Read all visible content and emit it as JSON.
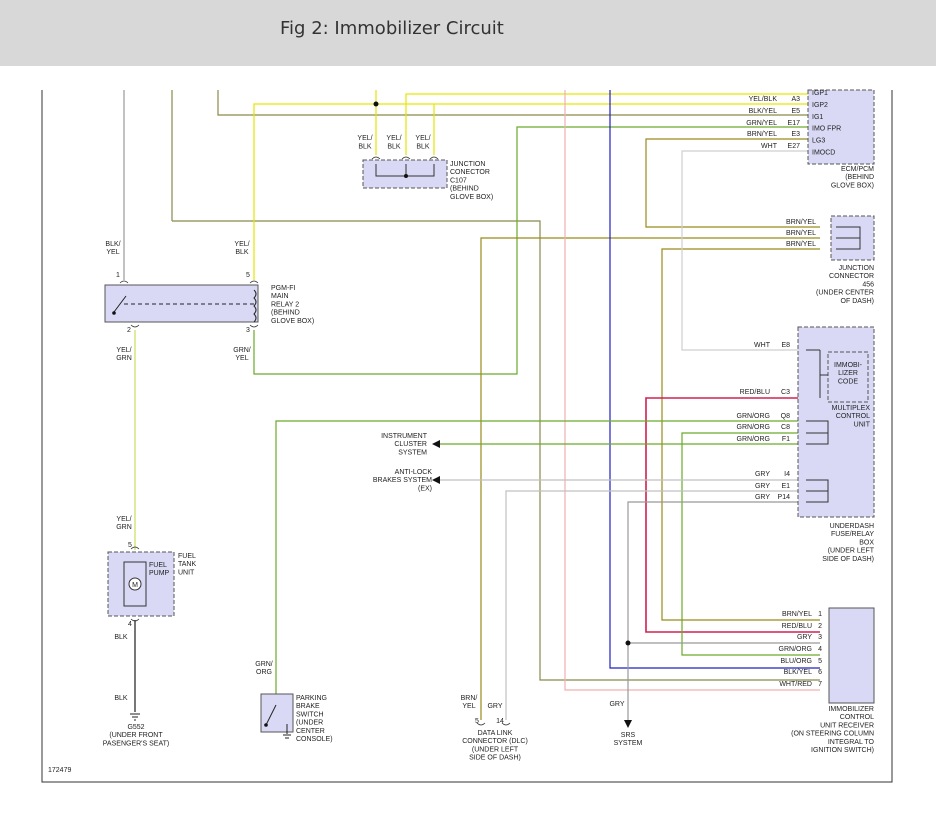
{
  "title": "Fig 2: Immobilizer Circuit",
  "figure_number": "172479",
  "colors": {
    "yellow": "#e6e600",
    "olive": "#9a8a1a",
    "green": "#6aaa2a",
    "gray": "#c8c8c8",
    "red": "#d02050",
    "blue": "#2020c0",
    "pink": "#f0b0b0",
    "box": "#d9d9f5"
  },
  "components": {
    "ecm": {
      "lines": [
        "ECM/PCM",
        "(BEHIND",
        "GLOVE BOX)"
      ],
      "pins": [
        "IGP1",
        "IGP2",
        "IG1",
        "IMO FPR",
        "LG3",
        "IMOCD"
      ]
    },
    "junction_c107": {
      "lines": [
        "JUNCTION",
        "CONECTOR",
        "C107",
        "(BEHIND",
        "GLOVE BOX)"
      ]
    },
    "junction_456": {
      "lines": [
        "JUNCTION",
        "CONNECTOR",
        "456",
        "(UNDER CENTER",
        "OF DASH)"
      ]
    },
    "relay": {
      "lines": [
        "PGM-FI",
        "MAIN",
        "RELAY 2",
        "(BEHIND",
        "GLOVE BOX)"
      ]
    },
    "multiplex": {
      "inner": [
        "IMMOBI-",
        "LIZER",
        "CODE"
      ],
      "lines": [
        "MULTIPLEX",
        "CONTROL",
        "UNIT"
      ]
    },
    "fusebox": {
      "lines": [
        "UNDERDASH",
        "FUSE/RELAY",
        "BOX",
        "(UNDER LEFT",
        "SIDE OF DASH)"
      ]
    },
    "fuel_pump": {
      "inner": [
        "FUEL",
        "PUMP"
      ],
      "lines": [
        "FUEL",
        "TANK",
        "UNIT"
      ],
      "motor": "M"
    },
    "immobilizer_receiver": {
      "lines": [
        "IMMOBILIZER",
        "CONTROL",
        "UNIT RECEIVER",
        "(ON STEERING COLUMN",
        "INTEGRAL TO",
        "IGNITION SWITCH)"
      ]
    },
    "parking_brake": {
      "lines": [
        "PARKING",
        "BRAKE",
        "SWITCH",
        "(UNDER",
        "CENTER",
        "CONSOLE)"
      ]
    },
    "dlc": {
      "lines": [
        "DATA LINK",
        "CONNECTOR (DLC)",
        "(UNDER LEFT",
        "SIDE OF DASH)"
      ]
    },
    "ground": {
      "lines": [
        "G552",
        "(UNDER FRONT",
        "PASENGER'S SEAT)"
      ]
    },
    "srs": {
      "lines": [
        "SRS",
        "SYSTEM"
      ]
    },
    "instrument": {
      "lines": [
        "INSTRUMENT",
        "CLUSTER",
        "SYSTEM"
      ]
    },
    "abs": {
      "lines": [
        "ANTI-LOCK",
        "BRAKES SYSTEM",
        "(EX)"
      ]
    }
  },
  "ecm_wires": [
    {
      "color": "YEL/BLK",
      "pin": "A3"
    },
    {
      "color": "BLK/YEL",
      "pin": "E5"
    },
    {
      "color": "GRN/YEL",
      "pin": "E17"
    },
    {
      "color": "BRN/YEL",
      "pin": "E3"
    },
    {
      "color": "WHT",
      "pin": "E27"
    }
  ],
  "c107_wires": [
    "YEL/\nBLK",
    "YEL/\nBLK",
    "YEL/\nBLK"
  ],
  "j456_wires": [
    "BRN/YEL",
    "BRN/YEL",
    "BRN/YEL"
  ],
  "relay_labels": {
    "pin1_wire": [
      "BLK/",
      "YEL"
    ],
    "pin5_wire": [
      "YEL/",
      "BLK"
    ],
    "pin2_wire": [
      "YEL/",
      "GRN"
    ],
    "pin3_wire": [
      "GRN/",
      "YEL"
    ],
    "pins": [
      "1",
      "5",
      "2",
      "3"
    ]
  },
  "multiplex_wires": [
    {
      "color": "WHT",
      "pin": "E8"
    },
    {
      "color": "RED/BLU",
      "pin": "C3"
    },
    {
      "color": "GRN/ORG",
      "pin": "Q8"
    },
    {
      "color": "GRN/ORG",
      "pin": "C8"
    },
    {
      "color": "GRN/ORG",
      "pin": "F1"
    },
    {
      "color": "GRY",
      "pin": "I4"
    },
    {
      "color": "GRY",
      "pin": "E1"
    },
    {
      "color": "GRY",
      "pin": "P14"
    }
  ],
  "receiver_wires": [
    {
      "color": "BRN/YEL",
      "pin": "1"
    },
    {
      "color": "RED/BLU",
      "pin": "2"
    },
    {
      "color": "GRY",
      "pin": "3"
    },
    {
      "color": "GRN/ORG",
      "pin": "4"
    },
    {
      "color": "BLU/ORG",
      "pin": "5"
    },
    {
      "color": "BLK/YEL",
      "pin": "6"
    },
    {
      "color": "WHT/RED",
      "pin": "7"
    }
  ],
  "fuel_labels": {
    "wire_top": [
      "YEL/",
      "GRN"
    ],
    "pin_top": "5",
    "pin_bottom": "4",
    "wire_bottom": "BLK",
    "ground_wire": "BLK"
  },
  "brake_labels": {
    "wire": [
      "GRN/",
      "ORG"
    ]
  },
  "dlc_labels": {
    "wire1": [
      "BRN/",
      "YEL"
    ],
    "wire2": "GRY",
    "pin1": "5",
    "pin2": "14"
  },
  "srs_wire": "GRY"
}
